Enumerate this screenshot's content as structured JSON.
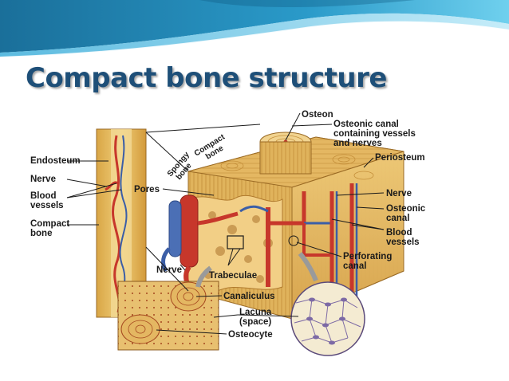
{
  "slide": {
    "title": "Compact bone structure",
    "colors": {
      "title": "#1e4f78",
      "wave_dark": "#1d7ea8",
      "wave_light": "#5fc3e6",
      "bone": "#e3b95f",
      "artery": "#c7372b",
      "vein": "#3b5ea7"
    }
  },
  "diagram": {
    "labels": {
      "osteon": "Osteon",
      "osteonic_canal_vessels": "Osteonic canal containing vessels and nerves",
      "osteonic_canal_vessels_l1": "Osteonic canal",
      "osteonic_canal_vessels_l2": "containing vessels",
      "osteonic_canal_vessels_l3": "and nerves",
      "periosteum": "Periosteum",
      "endosteum": "Endosteum",
      "nerve_left": "Nerve",
      "blood_vessels_left_l1": "Blood",
      "blood_vessels_left_l2": "vessels",
      "compact_bone_left_l1": "Compact",
      "compact_bone_left_l2": "bone",
      "spongy_bone_l1": "Spongy",
      "spongy_bone_l2": "bone",
      "compact_bone_top_l1": "Compact",
      "compact_bone_top_l2": "bone",
      "pores": "Pores",
      "nerve_right": "Nerve",
      "osteonic_canal_l1": "Osteonic",
      "osteonic_canal_l2": "canal",
      "blood_vessels_right_l1": "Blood",
      "blood_vessels_right_l2": "vessels",
      "perforating_canal_l1": "Perforating",
      "perforating_canal_l2": "canal",
      "nerve_bottom": "Nerve",
      "trabeculae": "Trabeculae",
      "canaliculus": "Canaliculus",
      "lacuna_l1": "Lacuna",
      "lacuna_l2": "(space)",
      "osteocyte": "Osteocyte"
    }
  }
}
